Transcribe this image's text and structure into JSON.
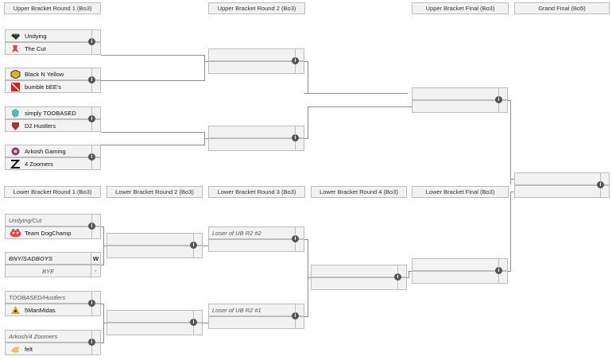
{
  "headers": {
    "ub_r1": "Upper Bracket Round 1 (Bo3)",
    "ub_r2": "Upper Bracket Round 2 (Bo3)",
    "ub_final": "Upper Bracket Final (Bo3)",
    "grand_final": "Grand Final (Bo5)",
    "lb_r1": "Lower Bracket Round 1 (Bo3)",
    "lb_r2": "Lower Bracket Round 2 (Bo3)",
    "lb_r3": "Lower Bracket Round 3 (Bo3)",
    "lb_r4": "Lower Bracket Round 4 (Bo3)",
    "lb_final": "Lower Bracket Final (Bo3)"
  },
  "info_glyph": "i",
  "ub_r1": [
    {
      "team1": "Undying",
      "team2": "The Cut"
    },
    {
      "team1": "Black N Yellow",
      "team2": "bumble bEE's"
    },
    {
      "team1": "simply TOOBASED",
      "team2": "D2 Hustlers"
    },
    {
      "team1": "Arkosh Gaming",
      "team2": "4 Zoomers"
    }
  ],
  "lb_r1": [
    {
      "team1": "Undying/Cut",
      "team2": "Team DogChamp"
    },
    {
      "team1": "BNY/SADBOYS",
      "team2": "BYE",
      "score1": "W",
      "score2": "-"
    },
    {
      "team1": "TOOBASED/Hustlers",
      "team2": "5ManMidas"
    },
    {
      "team1": "Arkosh/4 Zoomers",
      "team2": "felt"
    }
  ],
  "lb_r3": [
    {
      "team1": "Loser of UB R2 #2"
    },
    {
      "team1": "Loser of UB R2 #1"
    }
  ],
  "colors": {
    "line": "#8c8c8c",
    "cell": "#f2f2f2",
    "border": "#bdbdbd"
  }
}
